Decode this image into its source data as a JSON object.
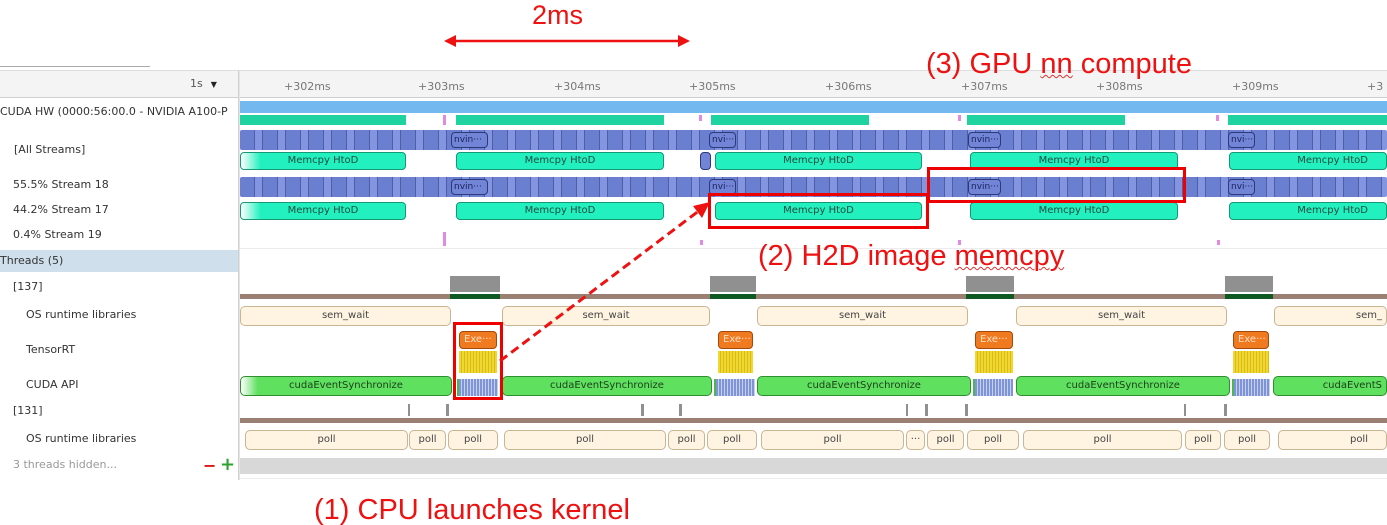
{
  "annotations": {
    "duration_label": "2ms",
    "step1": "(1) CPU launches kernel",
    "step2_prefix": "(2) H2D image ",
    "step2_word": "memcpy",
    "step3_prefix": "(3) GPU ",
    "step3_word": "nn",
    "step3_suffix": " compute",
    "color": "#ee1111"
  },
  "header": {
    "zoom_level": "1s",
    "ticks": [
      "+302ms",
      "+303ms",
      "+304ms",
      "+305ms",
      "+306ms",
      "+307ms",
      "+308ms",
      "+309ms",
      "+3"
    ]
  },
  "tree": {
    "gpu": "CUDA HW (0000:56:00.0 - NVIDIA A100-P",
    "all_streams": "[All Streams]",
    "stream18": "55.5% Stream 18",
    "stream17": "44.2% Stream 17",
    "stream19": "0.4% Stream 19",
    "threads": "Threads (5)",
    "thread137": "[137]",
    "os_runtime_1": "OS runtime libraries",
    "tensorrt": "TensorRT",
    "cuda_api": "CUDA API",
    "thread131": "[131]",
    "os_runtime_2": "OS runtime libraries",
    "hidden": "3 threads hidden...",
    "collapse_label": "−",
    "expand_label": "+"
  },
  "timeline": {
    "memcpy_label": "Memcpy HtoD",
    "kernel_short_a": "nvin···",
    "kernel_short_b": "nvi···",
    "kernel_ellipsis": "···",
    "sem_wait": "sem_wait",
    "sem_wait_partial": "sem_",
    "exe": "Exe···",
    "sync": "cudaEventSynchronize",
    "sync_partial": "cudaEventS",
    "poll": "poll",
    "ellipsis": "···"
  }
}
